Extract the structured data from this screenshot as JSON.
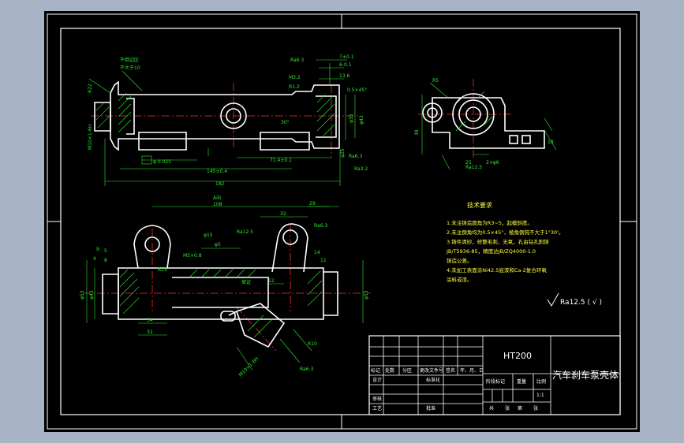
{
  "colors": {
    "window_bg": "#a9b3c6",
    "sheet_bg": "#000000",
    "outline": "#ffffff",
    "dimension": "#2fe82f",
    "centerline": "#ff2a2a",
    "hatch": "#2fe82f",
    "note_text": "#ffff40"
  },
  "top_view": {
    "dims": {
      "left_note_1": "不倒边区",
      "left_note_2": "不大于10",
      "r_left": "R22",
      "thread": "M10×1-6H",
      "phi_big": "φ43",
      "phi_right": "φ35",
      "phi_small": "φ25",
      "d_hole": "φ25",
      "d_bottom": "φ 0.025",
      "len_main": "145±0.4",
      "len_total": "182",
      "len_sub": "71.4±0.1",
      "top_1": "7±0.1",
      "top_2": "6-0.1",
      "top_3": "13.6",
      "chamfer": "0.5×45°",
      "angle": "30°",
      "small_a": "M3.2",
      "small_b": "R1.2",
      "ra_1": "Ra6.3",
      "ra_2": "Ra3.2",
      "ra_3": "Ra6.3"
    }
  },
  "side_view": {
    "dims": {
      "w1": "25",
      "w2": "2×φ6",
      "h1": "38",
      "ra": "Ra12.5",
      "r_top": "R5",
      "w3": "18"
    }
  },
  "front_view": {
    "dims": {
      "section": "A向",
      "len_top": "108",
      "d32": "32",
      "d29": "29",
      "phi_left": "φ53",
      "phi_left2": "φ43",
      "phi_right": "φ53",
      "d9": "9",
      "d4": "4",
      "d34": "34",
      "d32b": "32",
      "r15": "R15",
      "phi15": "φ15",
      "phi5": "φ5",
      "m5": "M5×0.8",
      "d12": "12",
      "d14": "14",
      "d11": "11",
      "dpt": "保证",
      "thread_b": "M10×1-6H",
      "r10": "R10",
      "ra_a": "Ra6.3",
      "ra_b": "Ra6.3",
      "ra_c": "Ra12.5",
      "d5": "5",
      "d8": "8"
    }
  },
  "tech_req": {
    "title": "技术要求",
    "lines": [
      "1.未注铸造圆角为R3~5，起模斜度。",
      "2.未注倒角均为0.5×45°，棱角倒钝不大于1°30'。",
      "3.铸件清砂，修整毛刺，无氧，孔由钻孔削铸",
      "  JB/T5936-85，精度达JB/ZQ4000-1.0",
      "  铸造公差。",
      "4.未加工表面涂Ni42.5底漆和Ca-2复合环氧",
      "  涂料或漆。"
    ],
    "roughness_note": "Ra12.5 ( √ )"
  },
  "title_block": {
    "material": "HT200",
    "part_name": "汽车刹车泵壳体",
    "row_headers": [
      "标记",
      "处数",
      "分区",
      "更改文件号",
      "签名",
      "年、月、日"
    ],
    "design": "设计",
    "standard": "标准化",
    "review": "审核",
    "process": "工艺",
    "approve": "批准",
    "stage_mark": "阶段标记",
    "weight": "重量",
    "scale_label": "比例",
    "scale": "1:1",
    "total": "共",
    "sheets": "张",
    "sheet_no": "第",
    "sheet_unit": "张"
  }
}
